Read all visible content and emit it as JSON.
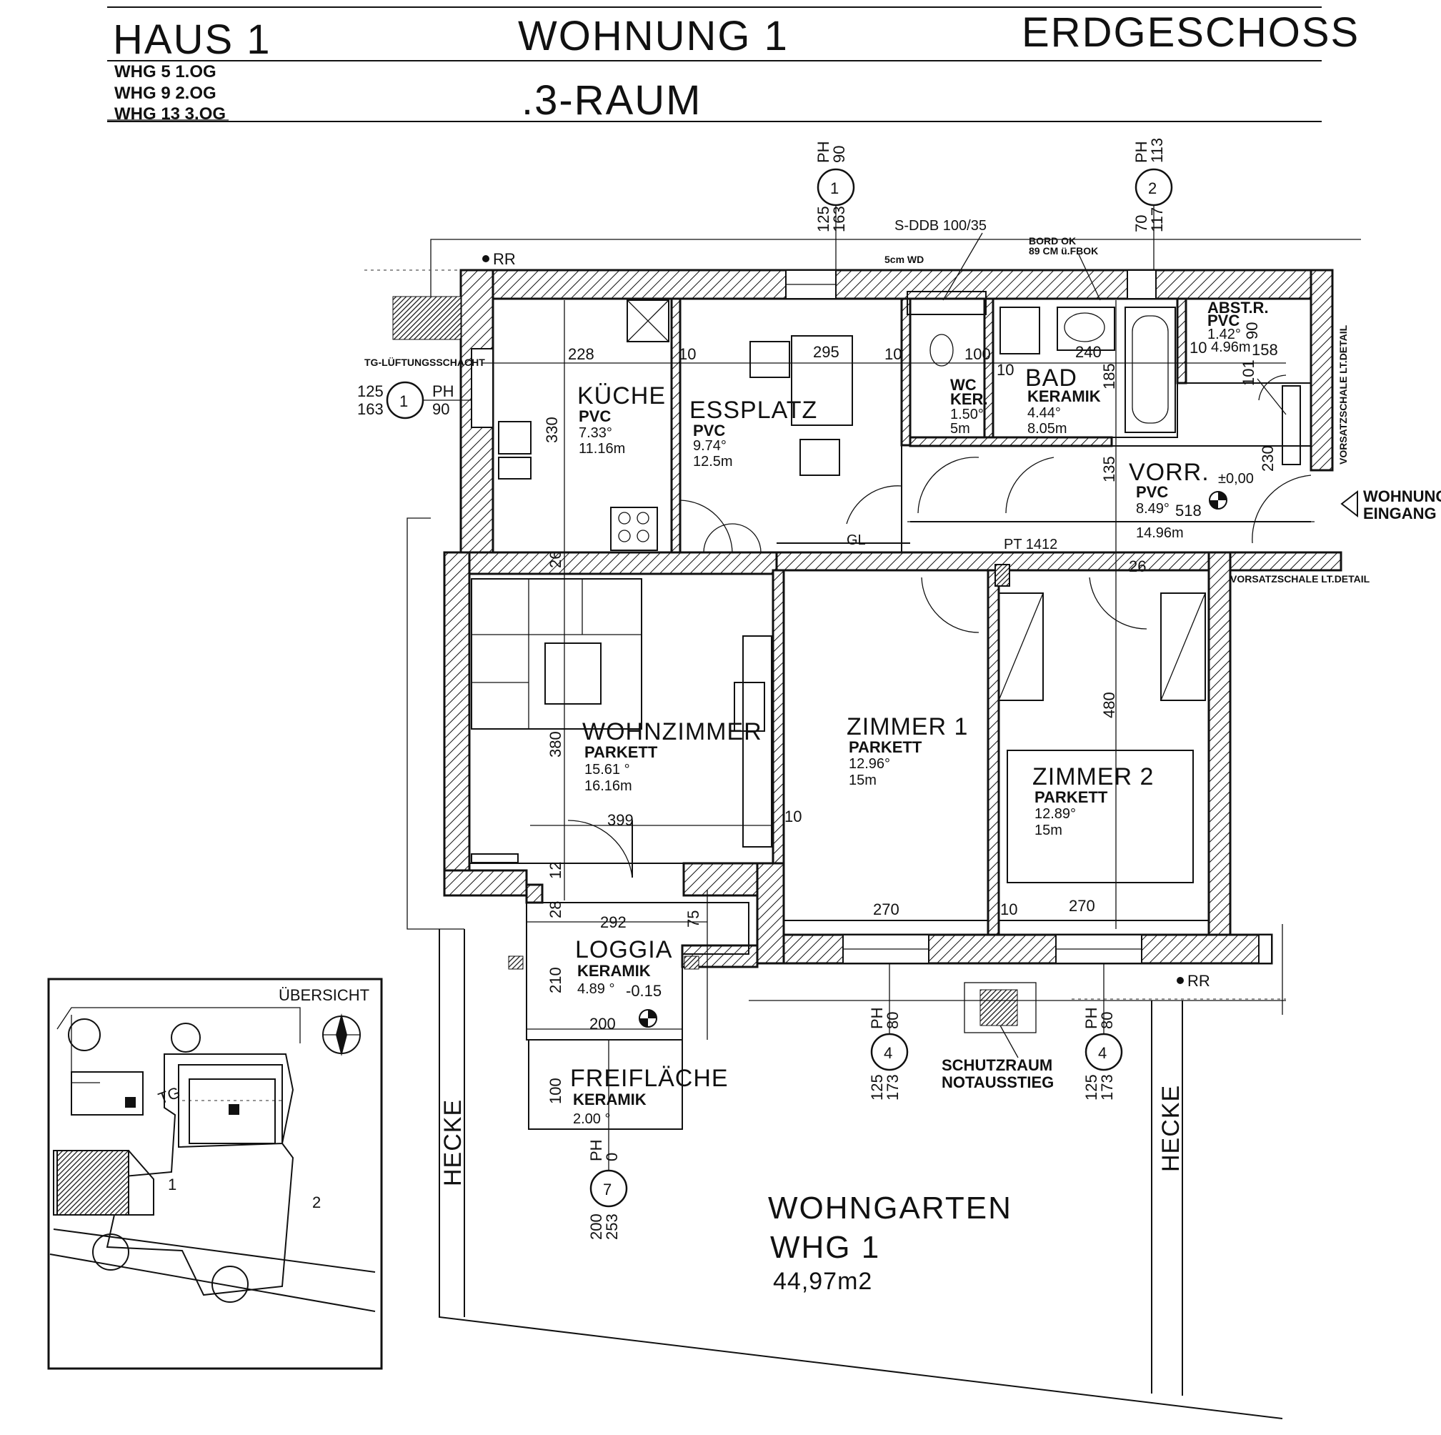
{
  "header": {
    "house": "HAUS 1",
    "apartment": "WOHNUNG 1",
    "floor": "ERDGESCHOSS",
    "rooms_type": ".3-RAUM",
    "apartment_list": [
      "WHG  5 1.OG",
      "WHG  9 2.OG",
      "WHG 13 3.OG"
    ]
  },
  "rooms": {
    "kueche": {
      "name": "KÜCHE",
      "material": "PVC",
      "area": "7.33°",
      "perimeter": "11.16m"
    },
    "essplatz": {
      "name": "ESSPLATZ",
      "material": "PVC",
      "area": "9.74°",
      "perimeter": "12.5m"
    },
    "wc": {
      "name": "WC",
      "material": "KER.",
      "area": "1.50°",
      "perimeter": "5m"
    },
    "bad": {
      "name": "BAD",
      "material": "KERAMIK",
      "area": "4.44°",
      "perimeter": "8.05m"
    },
    "abstr": {
      "name": "ABST.R.",
      "material": "PVC",
      "area": "1.42°",
      "perimeter": "4.96m"
    },
    "vorr": {
      "name": "VORR.",
      "material": "PVC",
      "area": "8.49°",
      "perimeter": "14.96m",
      "level": "±0,00"
    },
    "wohnzimmer": {
      "name": "WOHNZIMMER",
      "material": "PARKETT",
      "area": "15.61 °",
      "perimeter": "16.16m"
    },
    "zimmer1": {
      "name": "ZIMMER 1",
      "material": "PARKETT",
      "area": "12.96°",
      "perimeter": "15m"
    },
    "zimmer2": {
      "name": "ZIMMER 2",
      "material": "PARKETT",
      "area": "12.89°",
      "perimeter": "15m"
    },
    "loggia": {
      "name": "LOGGIA",
      "material": "KERAMIK",
      "area": "4.89 °",
      "level": "-0.15"
    },
    "freiflaeche": {
      "name": "FREIFLÄCHE",
      "material": "KERAMIK",
      "area": "2.00 °"
    }
  },
  "garden": {
    "name": "WOHNGARTEN",
    "unit": "WHG 1",
    "area": "44,97m2",
    "hedge": "HECKE"
  },
  "entrance": "WOHNUNGS\nEINGANG",
  "entrance_lines": [
    "WOHNUNGS",
    "EINGANG"
  ],
  "shelter_lines": [
    "SCHUTZRAUM",
    "NOTAUSSTIEG"
  ],
  "labels": {
    "rr": "RR",
    "ph": "PH",
    "sddb": "S-DDB 100/35",
    "pt": "PT 1412",
    "vorsatz": "VORSATZSCHALE LT.DETAIL",
    "vorsatz_v": "VORSATZSCHALE LT.DETAIL",
    "lueftung": "TG-LÜFTUNGSSCHACHT",
    "gl": "GL",
    "bord": "BORD OK",
    "bord2": "89 CM ü.FBOK",
    "km": "5cm WD",
    "overview": "ÜBERSICHT",
    "tg": "TG"
  },
  "window_tags": {
    "w1_top": {
      "id": "1",
      "ph": "90",
      "h": "125",
      "b": "163"
    },
    "w2_top": {
      "id": "2",
      "ph": "113",
      "h": "70",
      "b": "117"
    },
    "w1_left": {
      "id": "1",
      "ph": "90",
      "h": "125",
      "b": "163"
    },
    "w4a": {
      "id": "4",
      "ph": "80",
      "h": "125",
      "b": "173"
    },
    "w4b": {
      "id": "4",
      "ph": "80",
      "h": "125",
      "b": "173"
    },
    "w7": {
      "id": "7",
      "ph": "0",
      "h": "200",
      "b": "253"
    }
  },
  "dims": {
    "d228": "228",
    "d10a": "10",
    "d295": "295",
    "d10b": "10",
    "d100": "100",
    "d10c": "10",
    "d240": "240",
    "d101": "10",
    "d158": "158",
    "d90": "90",
    "d330": "330",
    "d185": "185",
    "d101v": "101",
    "d230": "230",
    "d135": "135",
    "d518": "518",
    "d26a": "26",
    "d26b": "26",
    "d380": "380",
    "d480": "480",
    "d399": "399",
    "d10d": "10",
    "d12": "12",
    "d28": "28",
    "d292": "292",
    "d75": "75",
    "d270a": "270",
    "d10e": "10",
    "d270b": "270",
    "d210": "210",
    "d200": "200",
    "d100v": "100"
  },
  "overview_labels": {
    "b1": "1",
    "b2": "2"
  }
}
